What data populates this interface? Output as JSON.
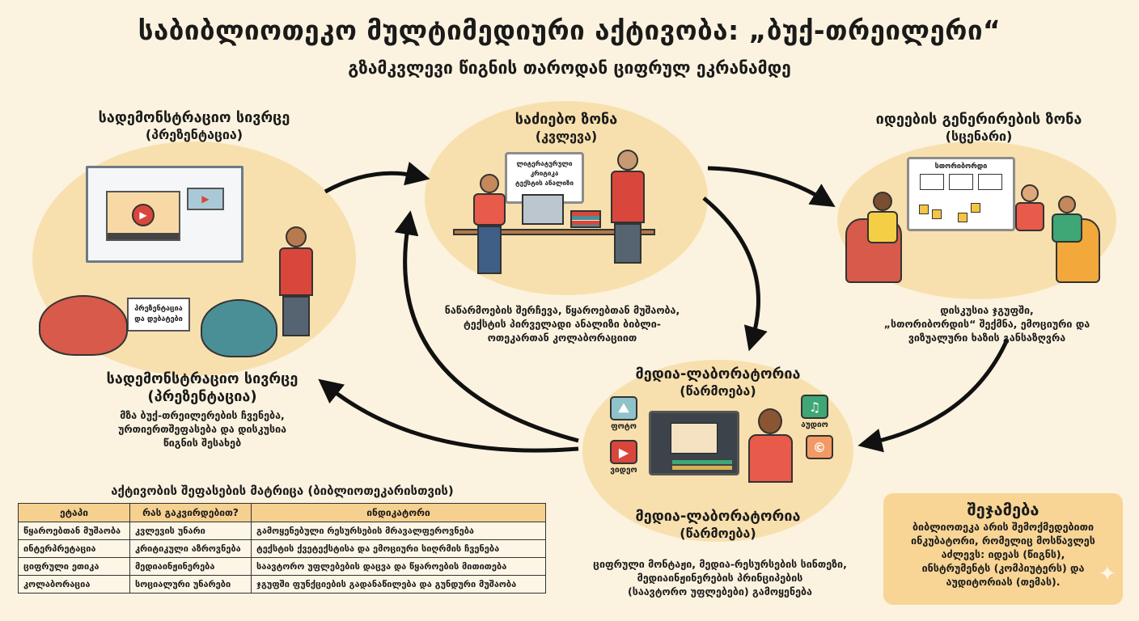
{
  "header": {
    "title": "საბიბლიოთეკო მულტიმედიური აქტივობა: „ბუქ-თრეილერი“",
    "subtitle": "გზამკვლევი წიგნის თაროდან ციფრულ ეკრანამდე"
  },
  "zones": {
    "presentation_top": {
      "title": "სადემონსტრაციო სივრცე",
      "subtitle": "(პრეზენტაცია)",
      "sign_line1": "პრეზენტაცია",
      "sign_line2": "და დებატები"
    },
    "research": {
      "title": "საძიებო ზონა",
      "subtitle": "(კვლევა)",
      "screen_line1": "ლიტერატურული",
      "screen_line2": "კრიტიკა",
      "screen_line3": "ტექსტის ანალიზი",
      "desc_line1": "ნაწარმოების შერჩევა, წყაროებთან მუშაობა,",
      "desc_line2": "ტექსტის პირველადი ანალიზი ბიბლი-",
      "desc_line3": "ოთეკართან კოლაბორაციით"
    },
    "ideas": {
      "title": "იდეების გენერირების ზონა",
      "subtitle": "(სცენარი)",
      "board_title": "სთორიბორდი",
      "desc_line1": "დისკუსია ჯგუფში,",
      "desc_line2": "„სთორიბორდის“ შექმნა, ემოციური და",
      "desc_line3": "ვიზუალური ხაზის განსაზღვრა"
    },
    "media_lab": {
      "title": "მედია-ლაბორატორია",
      "subtitle": "(წარმოება)",
      "label_photo": "ფოტო",
      "label_video": "ვიდეო",
      "label_audio": "აუდიო",
      "bottom_title": "მედია-ლაბორატორია",
      "bottom_subtitle": "(წარმოება)",
      "desc_line1": "ციფრული მონტაჟი, მედია-რესურსების სინთეზი,",
      "desc_line2": "მედიაინჟინერების პრინციპების",
      "desc_line3": "(საავტორო უფლებები) გამოყენება"
    },
    "presentation_bottom": {
      "title": "სადემონსტრაციო სივრცე",
      "subtitle": "(პრეზენტაცია)",
      "desc_line1": "მზა ბუქ-თრეილერების ჩვენება,",
      "desc_line2": "ურთიერთშეფასება და დისკუსია",
      "desc_line3": "წიგნის შესახებ"
    }
  },
  "matrix": {
    "title": "აქტივობის შეფასების მატრიცა (ბიბლიოთეკარისთვის)",
    "headers": [
      "ეტაპი",
      "რას გაკვირდებით?",
      "ინდიკატორი"
    ],
    "rows": [
      [
        "წყაროებთან მუშაობა",
        "კვლევის უნარი",
        "გამოყენებული რესურსების მრავალფეროვნება"
      ],
      [
        "ინტერპრეტაცია",
        "კრიტიკული აზროვნება",
        "ტექსტის ქვეტექსტისა და ემოციური სიღრმის ჩვენება"
      ],
      [
        "ციფრული ეთიკა",
        "მედიაინჟინერება",
        "საავტორო უფლებების დაცვა და წყაროების მითითება"
      ],
      [
        "კოლაბორაცია",
        "სოციალური უნარები",
        "ჯგუფში ფუნქციების გადანაწილება და გუნდური მუშაობა"
      ]
    ]
  },
  "summary": {
    "title": "შეჯამება",
    "line1": "ბიბლიოთეკა არის შემოქმედებითი",
    "line2": "ინკუბატორი, რომელიც მოსწავლეს",
    "line3": "აძლევს: იდეას (წიგნს),",
    "line4": "ინსტრუმენტს (კომპიუტერს) და",
    "line5": "აუდიტორიას (თემას)."
  },
  "colors": {
    "background": "#fbf3df",
    "blob": "#f7dca6",
    "table_header": "#f5d08f",
    "summary_bg": "#f8d595",
    "accent_red": "#d9463b",
    "accent_teal": "#3e8a8c"
  }
}
